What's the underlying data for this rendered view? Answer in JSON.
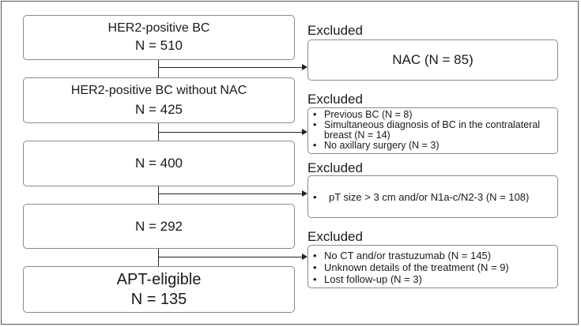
{
  "flow": {
    "box1": {
      "line1": "HER2-positive BC",
      "line2": "N = 510"
    },
    "box2": {
      "line1": "HER2-positive BC without  NAC",
      "line2": "N = 425"
    },
    "box3": {
      "line1": "N = 400"
    },
    "box4": {
      "line1": "N = 292"
    },
    "box5": {
      "line1": "APT-eligible",
      "line2": "N = 135"
    }
  },
  "exclusions": [
    {
      "label": "Excluded",
      "items": [
        "NAC  (N = 85)"
      ]
    },
    {
      "label": "Excluded",
      "items": [
        "Previous BC (N = 8)",
        "Simultaneous diagnosis of BC in the contralateral breast  (N = 14)",
        "No axillary  surgery (N = 3)"
      ]
    },
    {
      "label": "Excluded",
      "items": [
        "pT size > 3 cm and/or N1a-c/N2-3 (N = 108)"
      ]
    },
    {
      "label": "Excluded",
      "items": [
        "No CT and/or trastuzumab (N = 145)",
        "Unknown details of the treatment (N = 9)",
        "Lost follow-up (N = 3)"
      ]
    }
  ]
}
